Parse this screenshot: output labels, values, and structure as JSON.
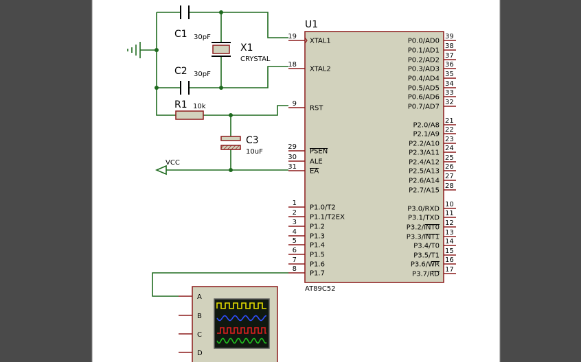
{
  "colors": {
    "background_outer": "#4a4a4a",
    "sheet": "#ffffff",
    "wire": "#1e6a1e",
    "pin": "#8b1a1a",
    "chip_fill": "#d2d2bd",
    "chip_border": "#8b1a1a",
    "scope_screen": "#101810"
  },
  "mcu": {
    "ref": "U1",
    "part": "AT89C52",
    "left_pins": [
      {
        "num": "19",
        "name": "XTAL1"
      },
      {
        "num": "18",
        "name": "XTAL2"
      },
      {
        "num": "9",
        "name": "RST"
      },
      {
        "num": "29",
        "name": "PSEN"
      },
      {
        "num": "30",
        "name": "ALE"
      },
      {
        "num": "31",
        "name": "EA"
      },
      {
        "num": "1",
        "name": "P1.0/T2"
      },
      {
        "num": "2",
        "name": "P1.1/T2EX"
      },
      {
        "num": "3",
        "name": "P1.2"
      },
      {
        "num": "4",
        "name": "P1.3"
      },
      {
        "num": "5",
        "name": "P1.4"
      },
      {
        "num": "6",
        "name": "P1.5"
      },
      {
        "num": "7",
        "name": "P1.6"
      },
      {
        "num": "8",
        "name": "P1.7"
      }
    ],
    "right_pins": [
      {
        "num": "39",
        "name": "P0.0/AD0"
      },
      {
        "num": "38",
        "name": "P0.1/AD1"
      },
      {
        "num": "37",
        "name": "P0.2/AD2"
      },
      {
        "num": "36",
        "name": "P0.3/AD3"
      },
      {
        "num": "35",
        "name": "P0.4/AD4"
      },
      {
        "num": "34",
        "name": "P0.5/AD5"
      },
      {
        "num": "33",
        "name": "P0.6/AD6"
      },
      {
        "num": "32",
        "name": "P0.7/AD7"
      },
      {
        "num": "21",
        "name": "P2.0/A8"
      },
      {
        "num": "22",
        "name": "P2.1/A9"
      },
      {
        "num": "23",
        "name": "P2.2/A10"
      },
      {
        "num": "24",
        "name": "P2.3/A11"
      },
      {
        "num": "25",
        "name": "P2.4/A12"
      },
      {
        "num": "26",
        "name": "P2.5/A13"
      },
      {
        "num": "27",
        "name": "P2.6/A14"
      },
      {
        "num": "28",
        "name": "P2.7/A15"
      },
      {
        "num": "10",
        "name": "P3.0/RXD"
      },
      {
        "num": "11",
        "name": "P3.1/TXD"
      },
      {
        "num": "12",
        "name": "P3.2/INT0"
      },
      {
        "num": "13",
        "name": "P3.3/INT1"
      },
      {
        "num": "14",
        "name": "P3.4/T0"
      },
      {
        "num": "15",
        "name": "P3.5/T1"
      },
      {
        "num": "16",
        "name": "P3.6/WR"
      },
      {
        "num": "17",
        "name": "P3.7/RD"
      }
    ]
  },
  "components": {
    "c1": {
      "ref": "C1",
      "value": "30pF"
    },
    "c2": {
      "ref": "C2",
      "value": "30pF"
    },
    "x1": {
      "ref": "X1",
      "value": "CRYSTAL"
    },
    "r1": {
      "ref": "R1",
      "value": "10k"
    },
    "c3": {
      "ref": "C3",
      "value": "10uF"
    },
    "vcc": {
      "label": "VCC"
    }
  },
  "oscilloscope": {
    "channels": [
      "A",
      "B",
      "C",
      "D"
    ],
    "trace_colors": [
      "#e8e000",
      "#3050ff",
      "#e02020",
      "#20c020"
    ]
  }
}
